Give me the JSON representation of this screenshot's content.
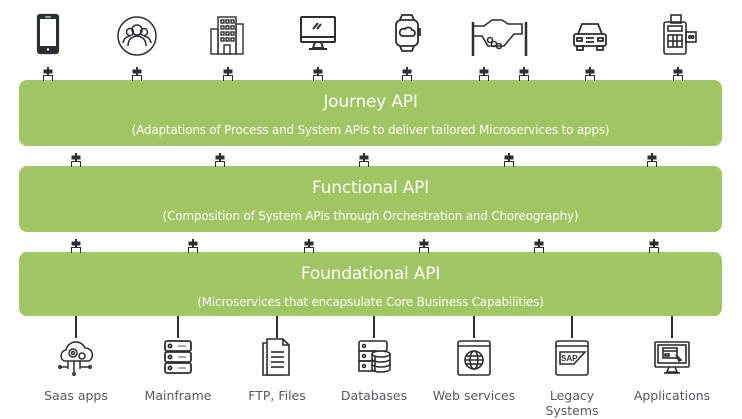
{
  "diagram": {
    "colors": {
      "layer": "#9fc663",
      "icon_stroke": "#2b2f33",
      "label": "#555a5e"
    },
    "top_channels": [
      {
        "icon": "smartphone-icon"
      },
      {
        "icon": "users-group-icon"
      },
      {
        "icon": "office-building-icon"
      },
      {
        "icon": "desktop-monitor-icon"
      },
      {
        "icon": "smartwatch-cloud-icon"
      },
      {
        "icon": "handshake-partners-icon"
      },
      {
        "icon": "car-icon"
      },
      {
        "icon": "payment-terminal-icon"
      }
    ],
    "layers": [
      {
        "title": "Journey API",
        "description": "(Adaptations of Process and System APIs to deliver tailored Microservices to apps)"
      },
      {
        "title": "Functional API",
        "description": "(Composition of System APIs through Orchestration and Choreography)"
      },
      {
        "title": "Foundational API",
        "description": "(Microservices that encapsulate Core Business Capabilities)"
      }
    ],
    "backend_systems": [
      {
        "label": "Saas apps",
        "icon": "cloud-gears-icon"
      },
      {
        "label": "Mainframe",
        "icon": "server-rack-icon"
      },
      {
        "label": "FTP, Files",
        "icon": "documents-icon"
      },
      {
        "label": "Databases",
        "icon": "database-server-icon"
      },
      {
        "label": "Web services",
        "icon": "web-globe-icon"
      },
      {
        "label": "Legacy Systems",
        "icon": "sap-window-icon"
      },
      {
        "label": "Applications",
        "icon": "monitor-app-icon"
      }
    ]
  }
}
